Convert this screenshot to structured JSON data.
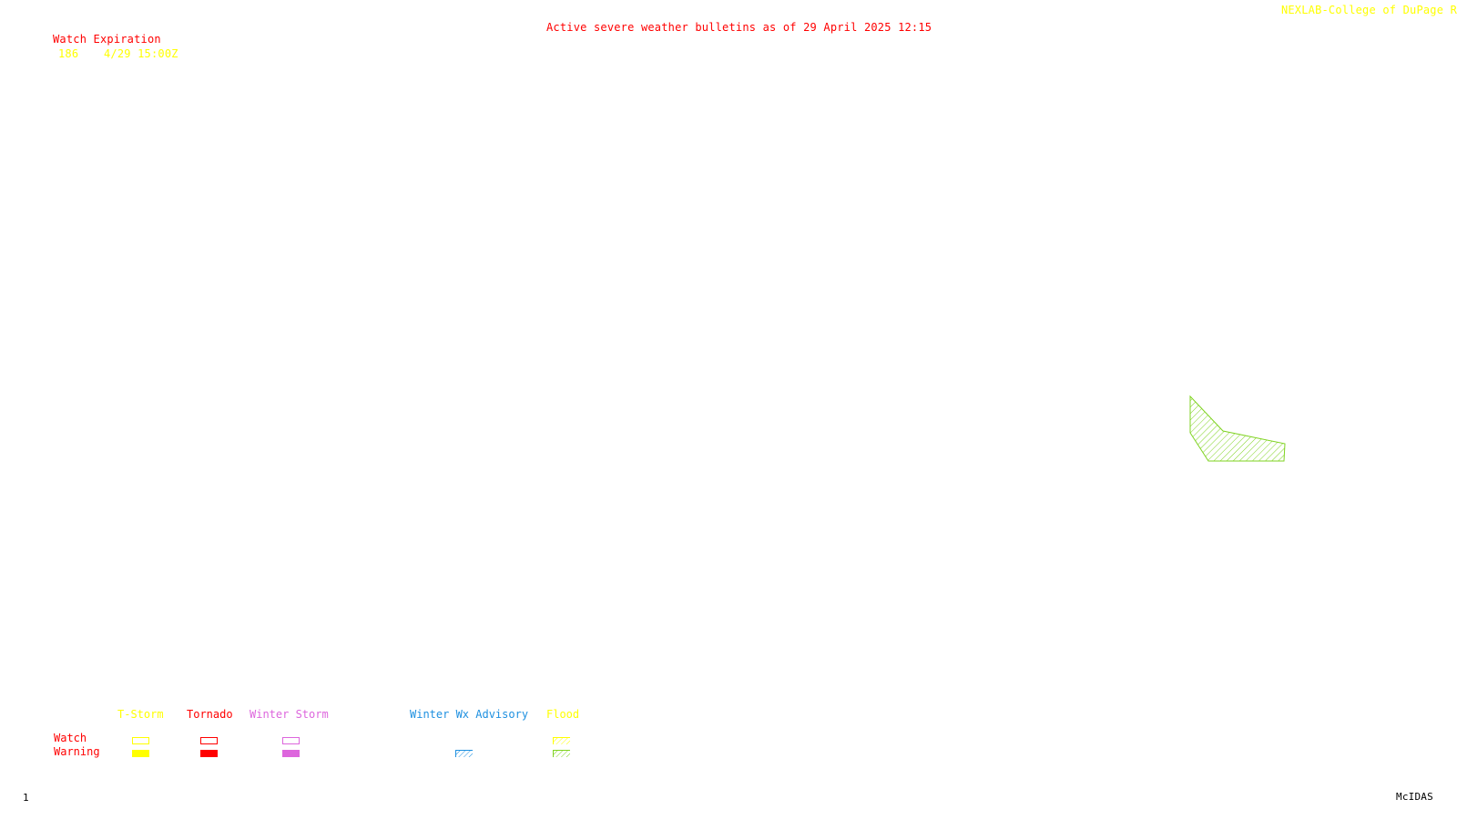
{
  "header": {
    "title": "Active severe weather bulletins as of 29 April 2025 12:15",
    "credit": "NEXLAB-College of DuPage R"
  },
  "watch_expiration": {
    "label": "Watch Expiration",
    "entries": [
      {
        "number": "186",
        "expires": "4/29 15:00Z"
      }
    ]
  },
  "map": {
    "active_areas": [
      {
        "type": "Flood Warning",
        "color": "#7fd321",
        "fill": "hatched"
      }
    ]
  },
  "legend": {
    "row_labels": {
      "watch": "Watch",
      "warning": "Warning"
    },
    "categories": [
      {
        "name": "T-Storm",
        "color": "#ffff00",
        "watch_style": "outline",
        "warning_style": "solid"
      },
      {
        "name": "Tornado",
        "color": "#ff0000",
        "watch_style": "outline",
        "warning_style": "solid"
      },
      {
        "name": "Winter Storm",
        "color": "#dd66dd",
        "watch_style": "outline",
        "warning_style": "solid"
      },
      {
        "name": "Winter Wx Advisory",
        "color": "#1e90e0",
        "watch_style": "none",
        "warning_style": "hatched"
      },
      {
        "name": "Flood",
        "color": "#ffff00",
        "warning_color": "#7fd321",
        "watch_style": "hatched",
        "warning_style": "hatched"
      }
    ]
  },
  "footer": {
    "frame": "1",
    "software": "McIDAS"
  }
}
